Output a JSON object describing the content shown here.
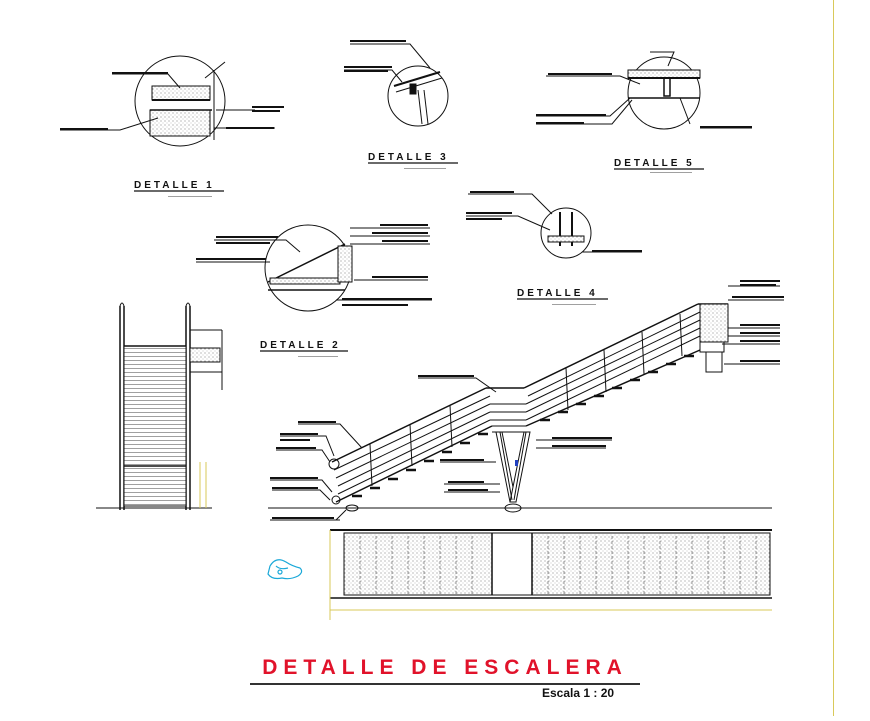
{
  "drawing": {
    "title": "DETALLE DE ESCALERA",
    "scale": "Escala 1 : 20"
  },
  "details": [
    {
      "label": "DETALLE 1"
    },
    {
      "label": "DETALLE 2"
    },
    {
      "label": "DETALLE 3"
    },
    {
      "label": "DETALLE 4"
    },
    {
      "label": "DETALLE 5"
    }
  ],
  "colors": {
    "title": "#e1122a",
    "line": "#111111",
    "frame": "#d9c95a",
    "accent": "#1aa8d8"
  }
}
